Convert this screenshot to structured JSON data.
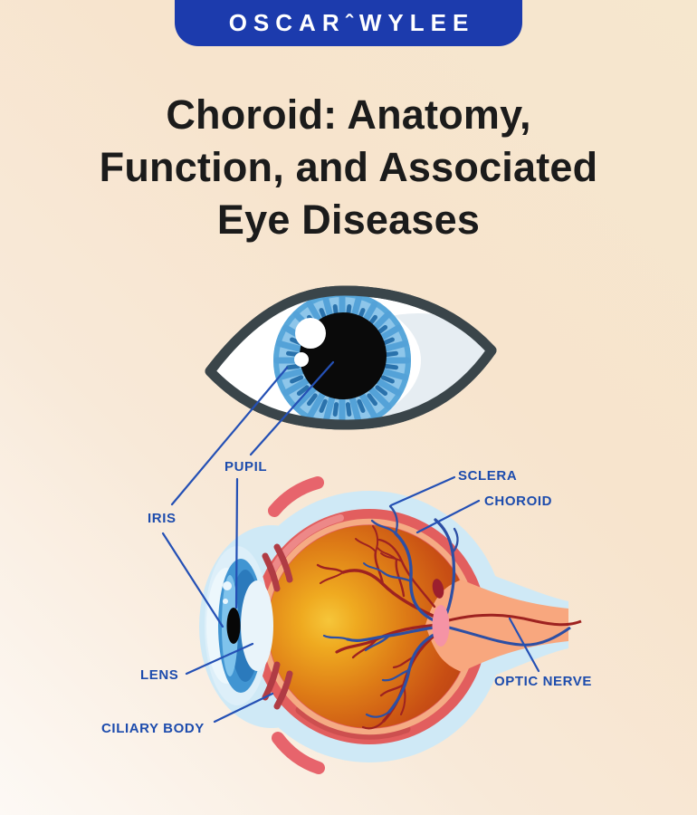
{
  "brand": {
    "left": "OSCAR",
    "mark": "ˆ",
    "right": "WYLEE"
  },
  "title": {
    "full": "Choroid: Anatomy, Function, and Associated Eye Diseases",
    "lines": [
      "Choroid: Anatomy,",
      "Function, and Associated",
      "Eye Diseases"
    ]
  },
  "diagram": {
    "labels": {
      "pupil": "PUPIL",
      "iris": "IRIS",
      "lens": "LENS",
      "ciliary_body": "CILIARY BODY",
      "sclera": "SCLERA",
      "choroid": "CHOROID",
      "optic_nerve": "OPTIC NERVE"
    }
  },
  "colors": {
    "badge_blue": "#1c3bad",
    "label_blue": "#1d4cad",
    "leader_line_blue": "#2450b5",
    "eye_outline_dark": "#3a454a",
    "iris_blue": "#54a2d8",
    "iris_dark_blue": "#2a72ac",
    "sclera_halo_blue": "#cfe9f6",
    "choroid_red": "#e25e5e",
    "inner_ring_salmon": "#f5ab84",
    "retina_orange_center": "#f4bc2e",
    "retina_orange_edge": "#b53a15",
    "optic_nerve_salmon": "#f8a77e",
    "optic_disc_pink": "#f593a5",
    "artery_red": "#9e2220",
    "vein_blue": "#2d4fa4",
    "background_cream": "#f6e7ce"
  }
}
